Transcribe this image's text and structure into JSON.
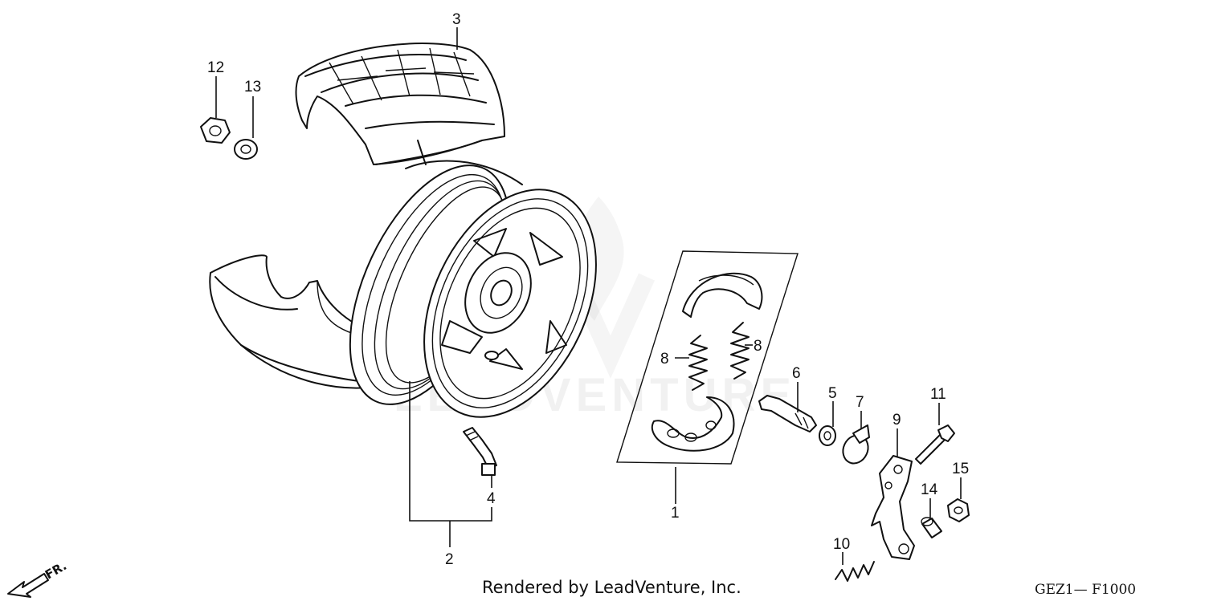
{
  "diagram": {
    "footer": "Rendered by LeadVenture, Inc.",
    "diagram_code": "GEZ1— F1000",
    "direction_label": "FR.",
    "watermark": "LEADVENTURE",
    "callouts": {
      "c1": "1",
      "c2": "2",
      "c3": "3",
      "c4": "4",
      "c5": "5",
      "c6": "6",
      "c7": "7",
      "c8a": "8",
      "c8b": "8",
      "c9": "9",
      "c10": "10",
      "c11": "11",
      "c12": "12",
      "c13": "13",
      "c14": "14",
      "c15": "15"
    }
  }
}
